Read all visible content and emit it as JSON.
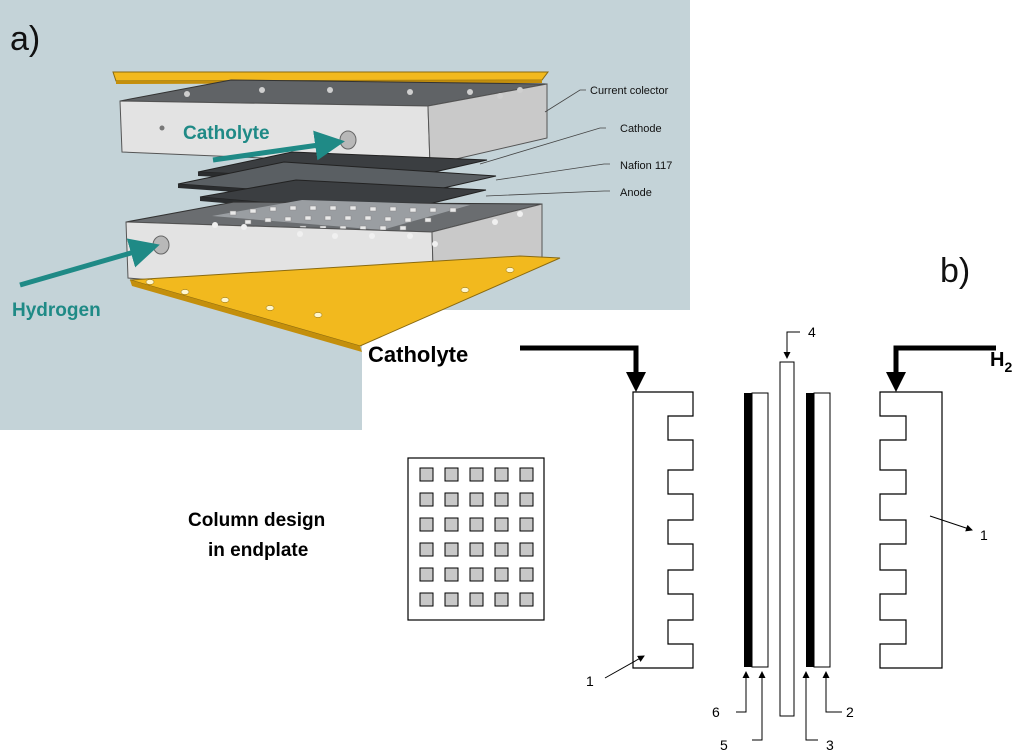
{
  "panel_a": {
    "tag": "a)",
    "labels": {
      "current_collector": "Current colector",
      "cathode": "Cathode",
      "nafion": "Nafion 117",
      "anode": "Anode",
      "catholyte": "Catholyte",
      "hydrogen": "Hydrogen"
    },
    "colors": {
      "background": "#c4d3d8",
      "arrow": "#1f8a86",
      "gold": "#f2b91e"
    }
  },
  "panel_b": {
    "tag": "b)",
    "catholyte_label": "Catholyte",
    "h2_label": "H",
    "h2_sub": "2",
    "column_label_line1": "Column design",
    "column_label_line2": "in endplate",
    "numbers": {
      "n1_left": "1",
      "n1_right": "1",
      "n2": "2",
      "n3": "3",
      "n4": "4",
      "n5": "5",
      "n6": "6"
    }
  }
}
